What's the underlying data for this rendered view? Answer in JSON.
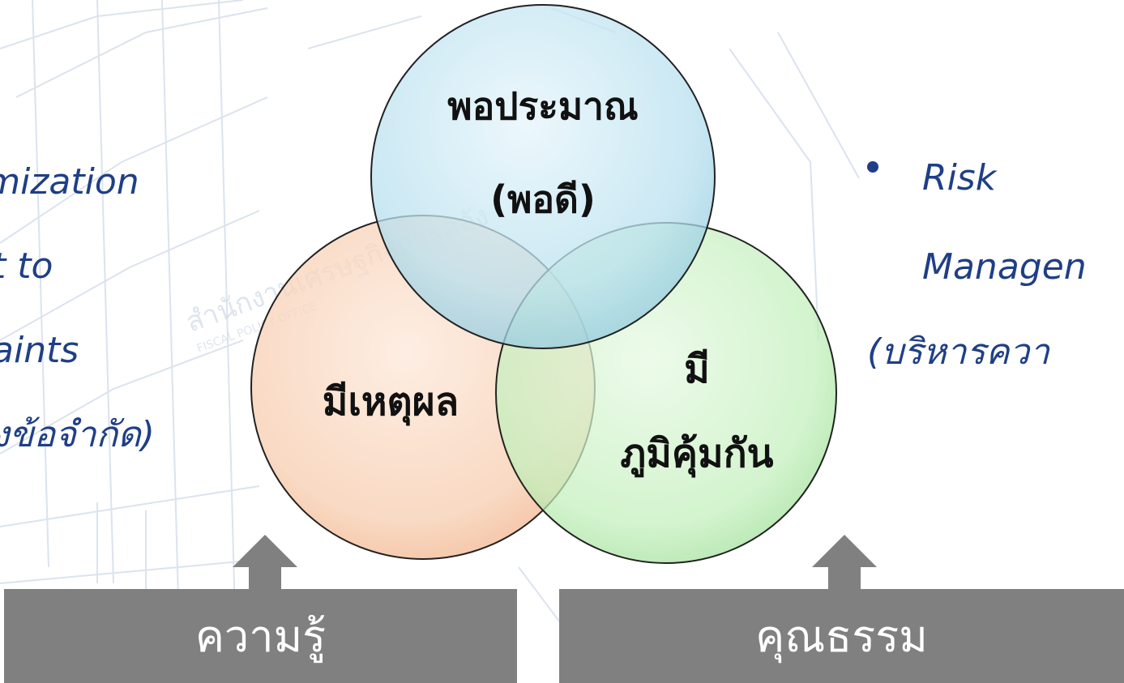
{
  "left_text": {
    "line1": "imization",
    "line2": "t to",
    "line3": "aints",
    "line4": "งข้อจำกัด)"
  },
  "right_text": {
    "line1": "Risk",
    "line2": "Managen",
    "line3": "(บริหารควา"
  },
  "venn": {
    "top_line1": "พอประมาณ",
    "top_line2": "(พอดี)",
    "left_label": "มีเหตุผล",
    "right_line1": "มี",
    "right_line2": "ภูมิคุ้มกัน"
  },
  "boxes": {
    "left": "ความรู้",
    "right": "คุณธรรม"
  },
  "colors": {
    "top_circle": "#a9d7e8",
    "left_circle": "#f6c7a6",
    "right_circle": "#b7ecb0",
    "text_blue": "#1f3f86",
    "box_gray": "#808080"
  }
}
